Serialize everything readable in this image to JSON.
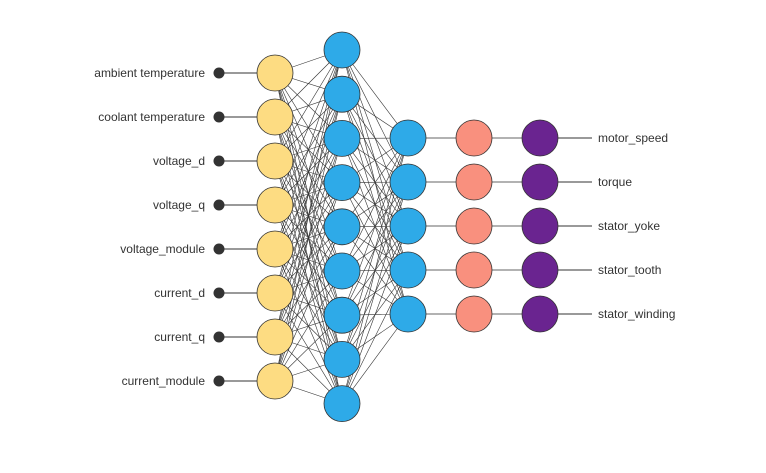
{
  "inputs": [
    {
      "label": "ambient temperature"
    },
    {
      "label": "coolant temperature"
    },
    {
      "label": "voltage_d"
    },
    {
      "label": "voltage_q"
    },
    {
      "label": "voltage_module"
    },
    {
      "label": "current_d"
    },
    {
      "label": "current_q"
    },
    {
      "label": "current_module"
    }
  ],
  "outputs": [
    {
      "label": "motor_speed"
    },
    {
      "label": "torque"
    },
    {
      "label": "stator_yoke"
    },
    {
      "label": "stator_tooth"
    },
    {
      "label": "stator_winding"
    }
  ],
  "layers": [
    {
      "units": 8,
      "color": "#FDDC82"
    },
    {
      "units": 9,
      "color": "#2EAAE8"
    },
    {
      "units": 5,
      "color": "#2EAAE8"
    },
    {
      "units": 5,
      "color": "#F9907E"
    },
    {
      "units": 5,
      "color": "#6A2490"
    }
  ],
  "colors": {
    "edge": "#333333",
    "input_dot": "#333333",
    "node_stroke": "#333333"
  }
}
